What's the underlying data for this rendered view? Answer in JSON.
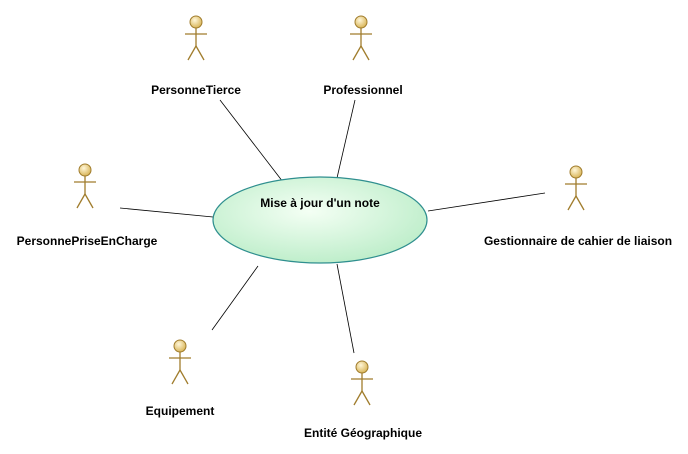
{
  "use_case": {
    "label": "Mise à jour d'un note"
  },
  "actors": [
    {
      "id": "personne-tierce",
      "label": "PersonneTierce"
    },
    {
      "id": "professionnel",
      "label": "Professionnel"
    },
    {
      "id": "personne-prise-en-charge",
      "label": "PersonnePriseEnCharge"
    },
    {
      "id": "gestionnaire",
      "label": "Gestionnaire de cahier de liaison"
    },
    {
      "id": "equipement",
      "label": "Equipement"
    },
    {
      "id": "entite-geographique",
      "label": "Entité Géographique"
    }
  ],
  "colors": {
    "actor_fill": "#f3dc9a",
    "actor_stroke": "#a07c2c",
    "usecase_fill_center": "#f4fff4",
    "usecase_fill_edge": "#bfeecb",
    "usecase_stroke": "#2f8f8f",
    "line": "#000000"
  }
}
